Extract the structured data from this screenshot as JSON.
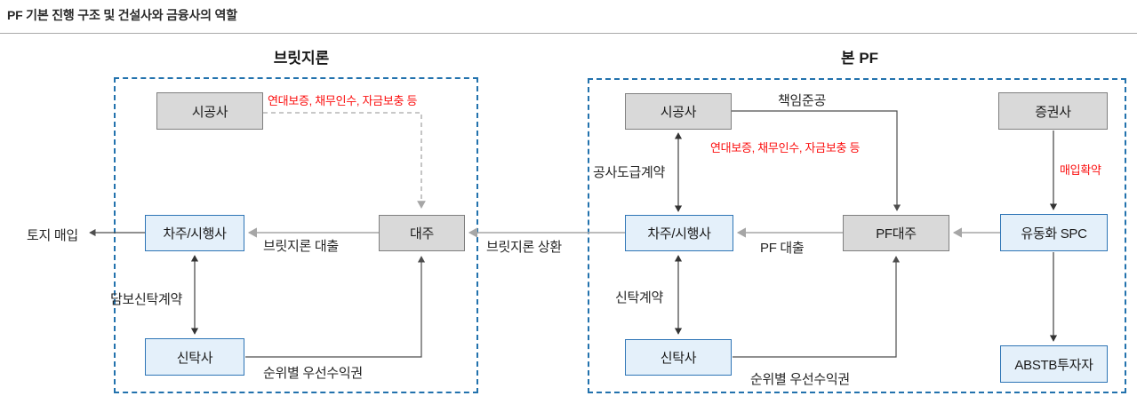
{
  "header": {
    "title": "PF 기본 진행 구조 및 건설사와 금융사의 역할"
  },
  "colors": {
    "group_border_blue": "#2272ad",
    "node_gray_fill": "#d9d9d9",
    "node_gray_border": "#7f7f7f",
    "node_blue_fill": "#e4f0fa",
    "node_blue_border": "#2e75b6",
    "flow_light_gray": "#a6a6a6",
    "flow_dark_gray": "#595959",
    "annotation_red": "#fb0e0e"
  },
  "bridge_loan": {
    "title": "브릿지론",
    "nodes": {
      "contractor": "시공사",
      "borrower": "차주/시행사",
      "lender": "대주",
      "trustee": "신탁사"
    },
    "edges": {
      "guarantee": "연대보증, 채무인수, 자금보충 등",
      "loan": "브릿지론 대출",
      "land_purchase": "토지 매입",
      "collateral_trust": "담보신탁계약",
      "priority_benefit": "순위별 우선수익권"
    }
  },
  "between": {
    "repayment": "브릿지론 상환"
  },
  "main_pf": {
    "title": "본 PF",
    "nodes": {
      "contractor": "시공사",
      "securities": "증권사",
      "borrower": "차주/시행사",
      "pf_lender": "PF대주",
      "spc": "유동화 SPC",
      "trustee": "신탁사",
      "abstb_investors": "ABSTB투자자"
    },
    "edges": {
      "completion_guarantee": "책임준공",
      "guarantee": "연대보증, 채무인수, 자금보충 등",
      "construction_contract": "공사도급계약",
      "purchase_commitment": "매입확약",
      "pf_loan": "PF 대출",
      "trust_contract": "신탁계약",
      "priority_benefit": "순위별 우선수익권"
    }
  }
}
